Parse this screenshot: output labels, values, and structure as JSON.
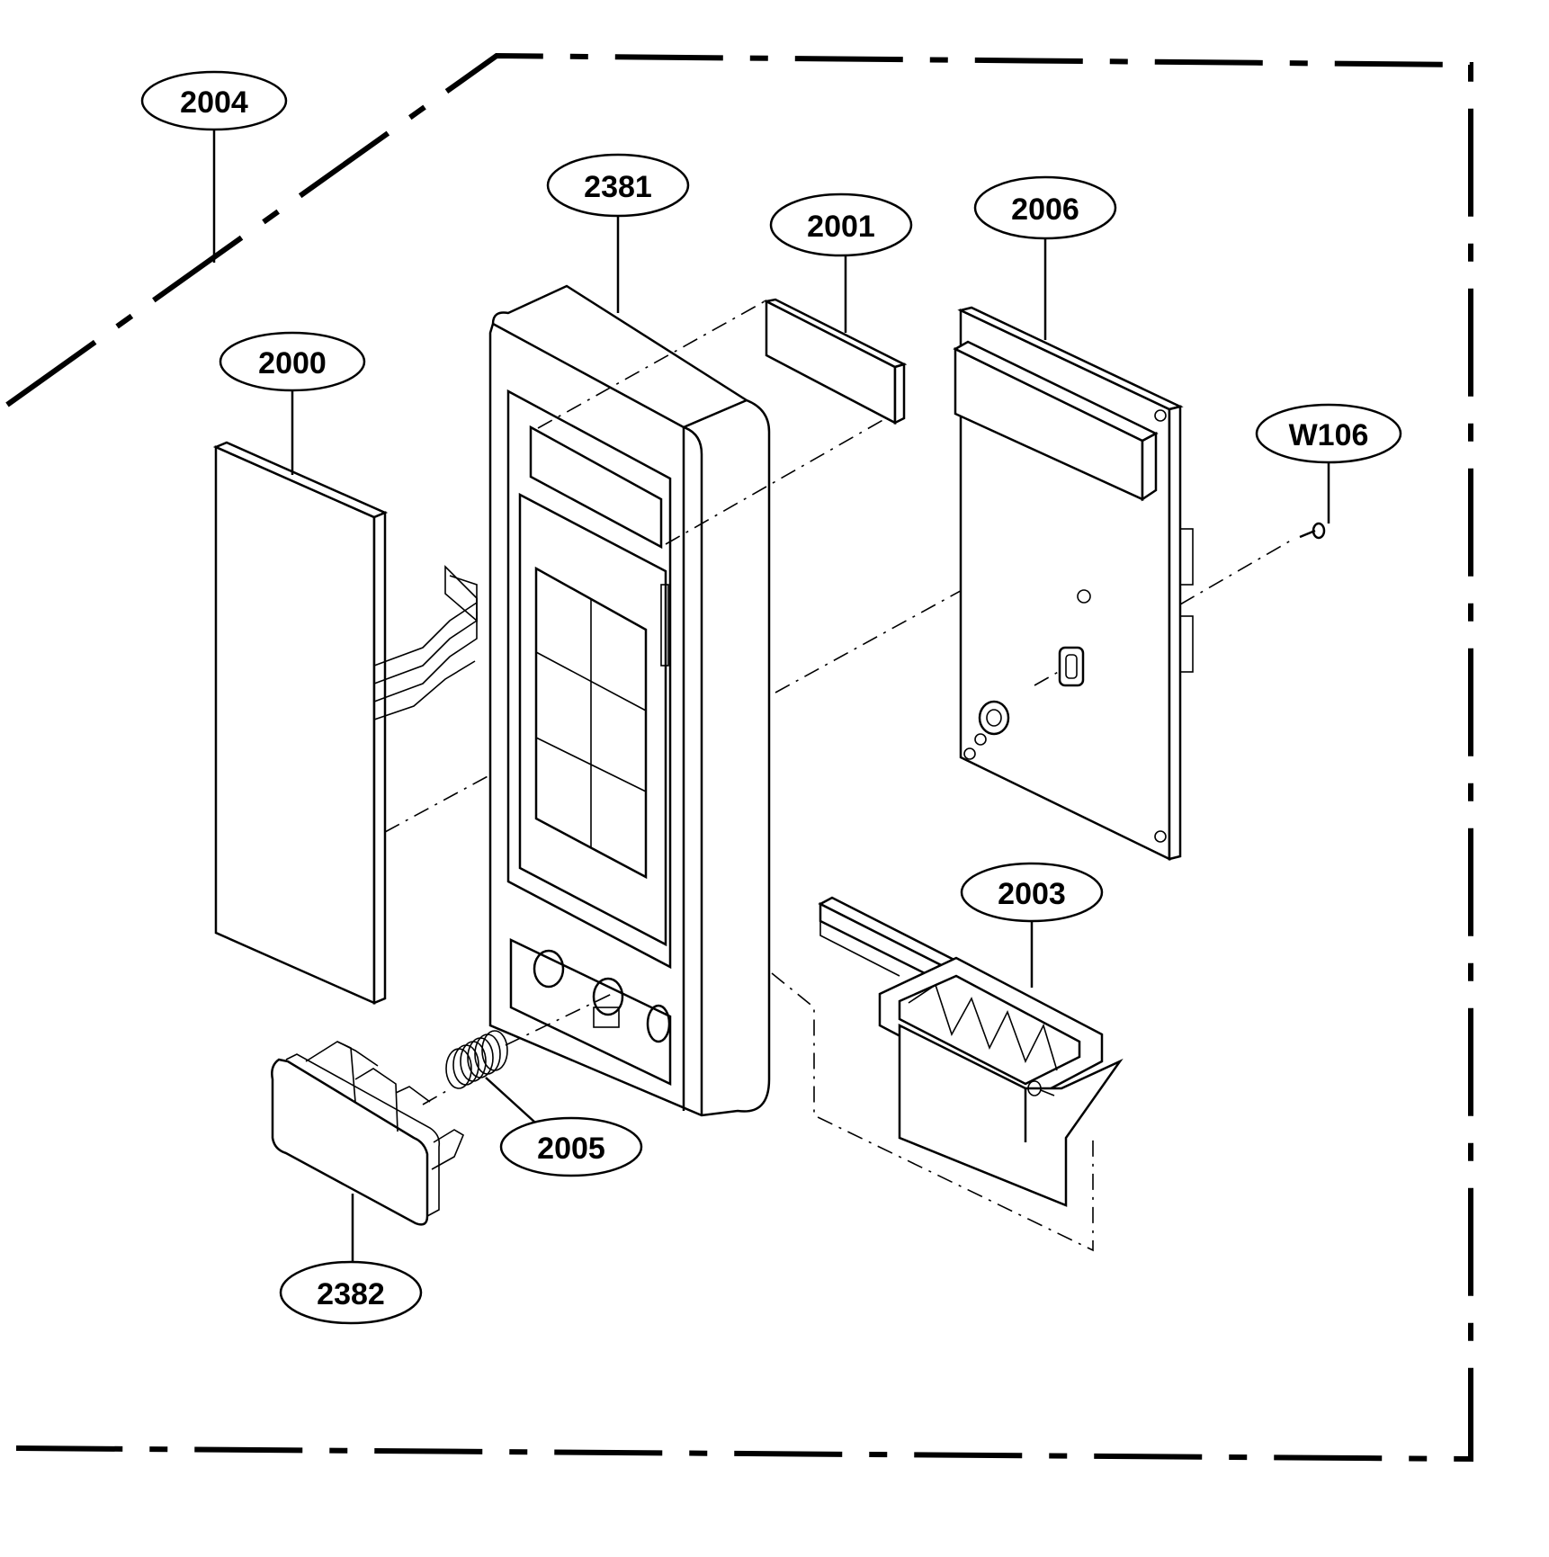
{
  "diagram": {
    "labels": {
      "p2004": "2004",
      "p2381": "2381",
      "p2001": "2001",
      "p2006": "2006",
      "p2000": "2000",
      "pW106": "W106",
      "p2003": "2003",
      "p2005": "2005",
      "p2382": "2382"
    }
  }
}
